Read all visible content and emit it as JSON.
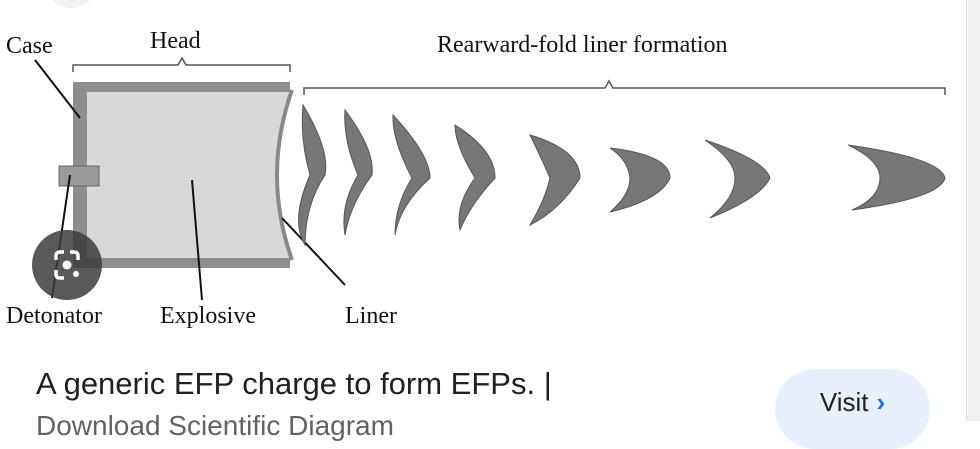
{
  "diagram": {
    "labels": {
      "case": "Case",
      "head": "Head",
      "formation": "Rearward-fold liner formation",
      "detonator": "Detonator",
      "explosive": "Explosive",
      "liner": "Liner"
    }
  },
  "result": {
    "title": "A generic EFP charge to form EFPs. |",
    "subtitle": "Download Scientific Diagram",
    "visit_label": "Visit",
    "visit_icon": "chevron-right-icon",
    "lens_icon": "google-lens-icon"
  }
}
